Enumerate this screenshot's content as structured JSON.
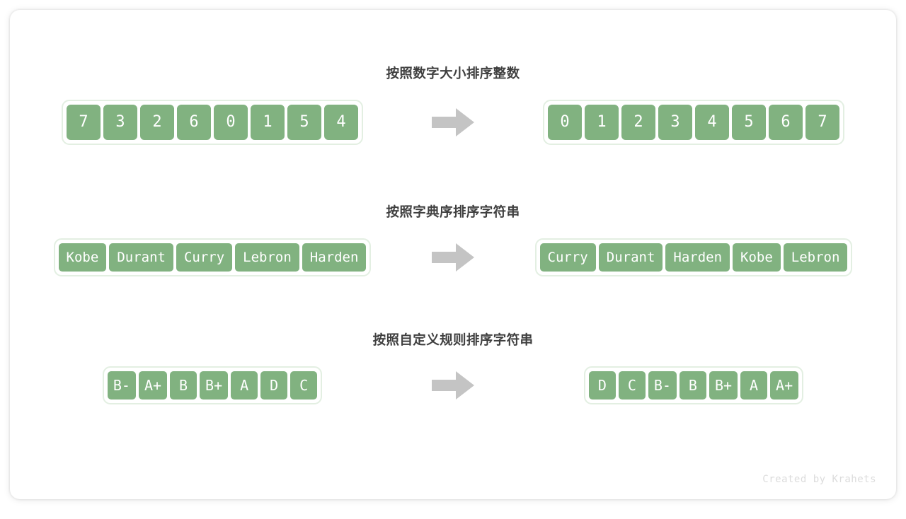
{
  "page": {
    "background": "#ffffff",
    "card_background": "#ffffff",
    "accent_color": "#81b280",
    "cell_border_color": "#ffffff",
    "array_outline_color": "#e3efe2",
    "arrow_color": "#c4c4c4",
    "title_color": "#3f3f3f"
  },
  "rows": [
    {
      "title": "按照数字大小排序整数",
      "input": [
        "7",
        "3",
        "2",
        "6",
        "0",
        "1",
        "5",
        "4"
      ],
      "output": [
        "0",
        "1",
        "2",
        "3",
        "4",
        "5",
        "6",
        "7"
      ],
      "arrow": "right-arrow-icon"
    },
    {
      "title": "按照字典序排序字符串",
      "input": [
        "Kobe",
        "Durant",
        "Curry",
        "Lebron",
        "Harden"
      ],
      "output": [
        "Curry",
        "Durant",
        "Harden",
        "Kobe",
        "Lebron"
      ],
      "arrow": "right-arrow-icon"
    },
    {
      "title": "按照自定义规则排序字符串",
      "input": [
        "B-",
        "A+",
        "B",
        "B+",
        "A",
        "D",
        "C"
      ],
      "output": [
        "D",
        "C",
        "B-",
        "B",
        "B+",
        "A",
        "A+"
      ],
      "arrow": "right-arrow-icon"
    }
  ],
  "footer": {
    "credit": "Created by Krahets"
  }
}
